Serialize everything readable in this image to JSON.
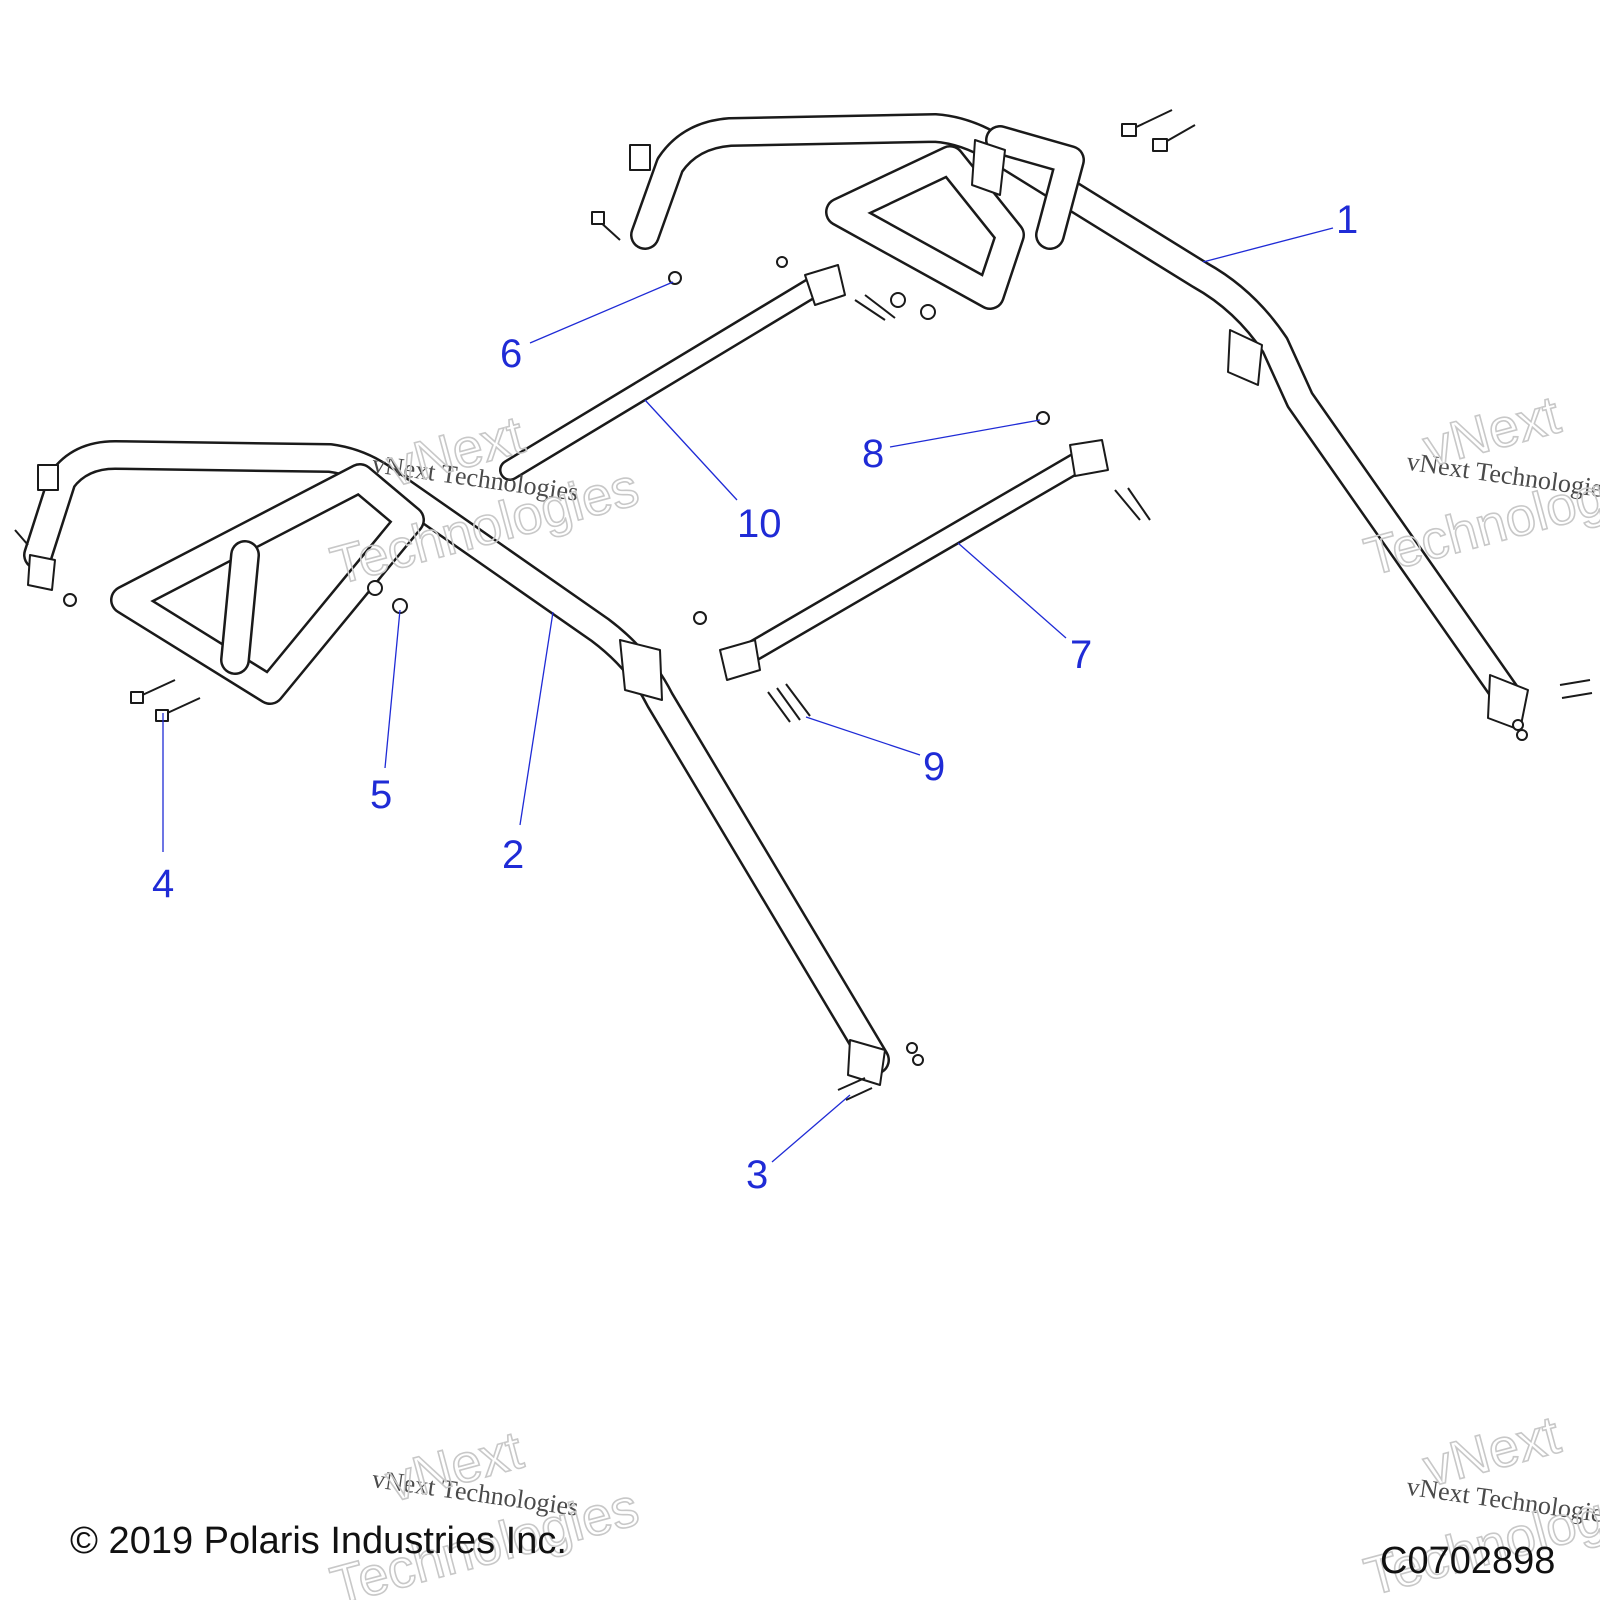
{
  "diagram": {
    "callouts": [
      {
        "id": "1",
        "label": "1"
      },
      {
        "id": "2",
        "label": "2"
      },
      {
        "id": "3",
        "label": "3"
      },
      {
        "id": "4",
        "label": "4"
      },
      {
        "id": "5",
        "label": "5"
      },
      {
        "id": "6",
        "label": "6"
      },
      {
        "id": "7",
        "label": "7"
      },
      {
        "id": "8",
        "label": "8"
      },
      {
        "id": "9",
        "label": "9"
      },
      {
        "id": "10",
        "label": "10"
      }
    ],
    "watermark": {
      "line1": "vNext Technologies",
      "line2": "vNext",
      "line3": "Technologies"
    },
    "colors": {
      "callout": "#1f2bd6",
      "line": "#1a1a1a"
    }
  },
  "footer": {
    "copyright": "© 2019 Polaris Industries Inc.",
    "drawing_id": "C0702898"
  }
}
